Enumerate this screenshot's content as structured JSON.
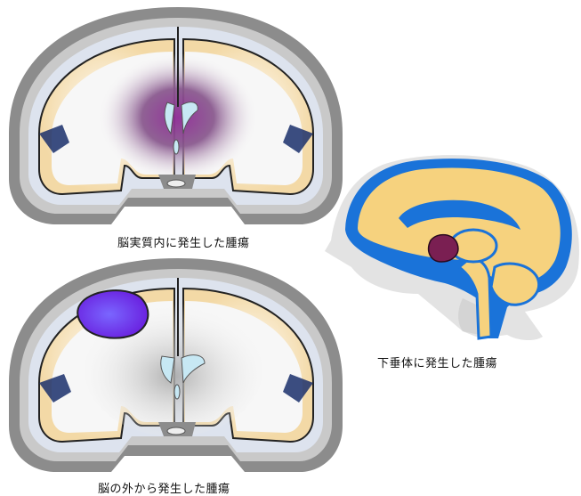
{
  "captions": {
    "intra": "脳実質内に発生した腫瘍",
    "extra": "脳の外から発生した腫瘍",
    "pituitary": "下垂体に発生した腫瘍"
  },
  "colors": {
    "skull": "#8c8c8c",
    "skull_inner": "#c4c4c4",
    "brain_white": "#f7f7f7",
    "brain_gray_matter": "#f6dfb0",
    "ventricle": "#c7e8f4",
    "csf_blue": "#1a73d9",
    "tumor_intra": "#7a2c80",
    "tumor_extra": "#6b3df0",
    "tumor_pituitary": "#7a1f52"
  }
}
